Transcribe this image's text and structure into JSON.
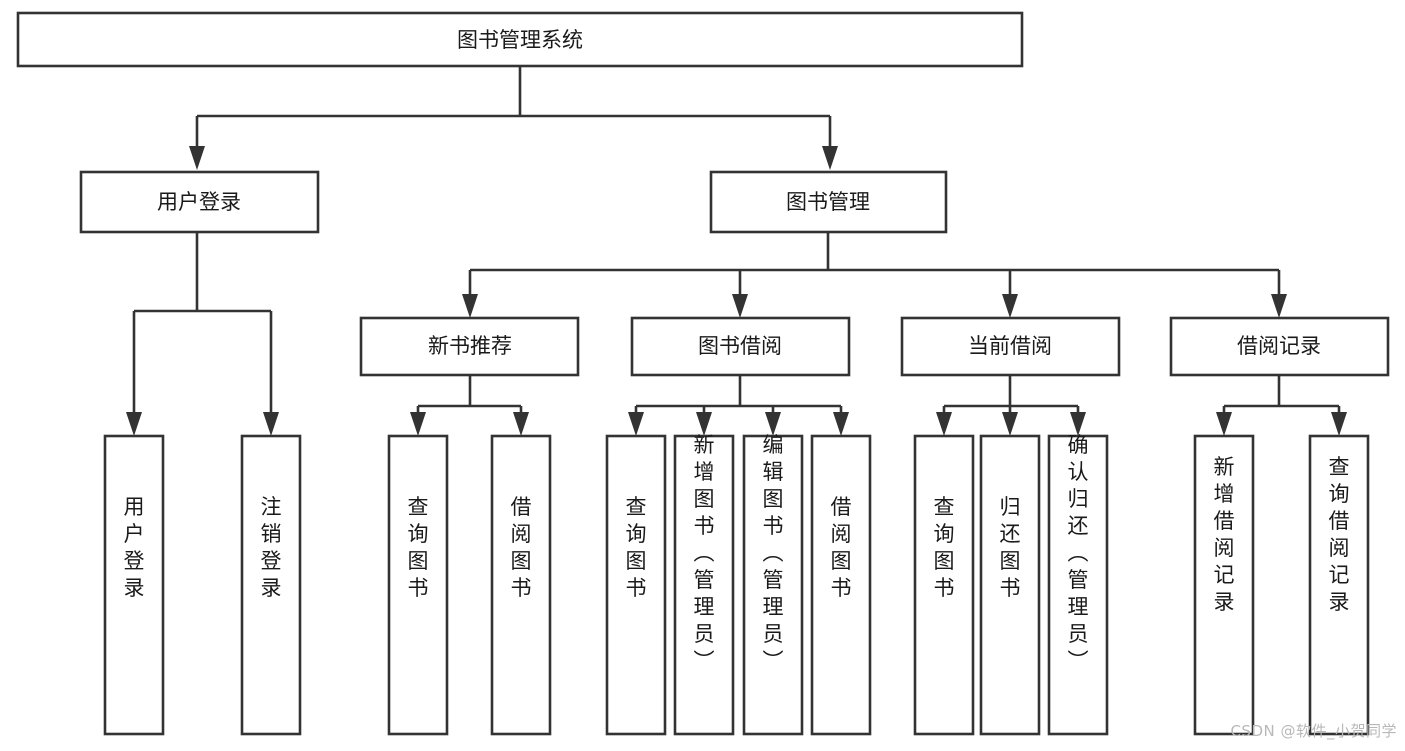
{
  "diagram": {
    "type": "tree",
    "title": "图书管理系统",
    "orientation": "top-down",
    "watermark": "CSDN @软件_小贺同学",
    "colors": {
      "box_stroke": "#333333",
      "box_fill": "#ffffff",
      "connector": "#333333",
      "text": "#1a1a1a",
      "background": "#ffffff",
      "watermark": "#b8b8b8"
    },
    "root": {
      "id": "root",
      "label": "图书管理系统",
      "orient": "horizontal"
    },
    "level2": [
      {
        "id": "user-login",
        "label": "用户登录",
        "orient": "horizontal"
      },
      {
        "id": "book-manage",
        "label": "图书管理",
        "orient": "horizontal"
      }
    ],
    "level3": [
      {
        "id": "new-book-recommend",
        "label": "新书推荐",
        "orient": "horizontal",
        "parent": "book-manage"
      },
      {
        "id": "book-borrow",
        "label": "图书借阅",
        "orient": "horizontal",
        "parent": "book-manage"
      },
      {
        "id": "current-borrow",
        "label": "当前借阅",
        "orient": "horizontal",
        "parent": "book-manage"
      },
      {
        "id": "borrow-record",
        "label": "借阅记录",
        "orient": "horizontal",
        "parent": "book-manage"
      }
    ],
    "leaves": [
      {
        "id": "leaf-user-login",
        "label": "用户登录",
        "orient": "vertical",
        "parent": "user-login"
      },
      {
        "id": "leaf-user-logout",
        "label": "注销登录",
        "orient": "vertical",
        "parent": "user-login"
      },
      {
        "id": "leaf-query-book-1",
        "label": "查询图书",
        "orient": "vertical",
        "parent": "new-book-recommend"
      },
      {
        "id": "leaf-borrow-book-1",
        "label": "借阅图书",
        "orient": "vertical",
        "parent": "new-book-recommend"
      },
      {
        "id": "leaf-query-book-2",
        "label": "查询图书",
        "orient": "vertical",
        "parent": "book-borrow"
      },
      {
        "id": "leaf-add-book",
        "label": "新增图书（管理员）",
        "orient": "vertical",
        "parent": "book-borrow"
      },
      {
        "id": "leaf-edit-book",
        "label": "编辑图书（管理员）",
        "orient": "vertical",
        "parent": "book-borrow"
      },
      {
        "id": "leaf-borrow-book-2",
        "label": "借阅图书",
        "orient": "vertical",
        "parent": "book-borrow"
      },
      {
        "id": "leaf-query-book-3",
        "label": "查询图书",
        "orient": "vertical",
        "parent": "current-borrow"
      },
      {
        "id": "leaf-return-book",
        "label": "归还图书",
        "orient": "vertical",
        "parent": "current-borrow"
      },
      {
        "id": "leaf-confirm-return",
        "label": "确认归还（管理员）",
        "orient": "vertical",
        "parent": "current-borrow"
      },
      {
        "id": "leaf-add-record",
        "label": "新增借阅记录",
        "orient": "vertical",
        "parent": "borrow-record"
      },
      {
        "id": "leaf-query-record",
        "label": "查询借阅记录",
        "orient": "vertical",
        "parent": "borrow-record"
      }
    ]
  }
}
